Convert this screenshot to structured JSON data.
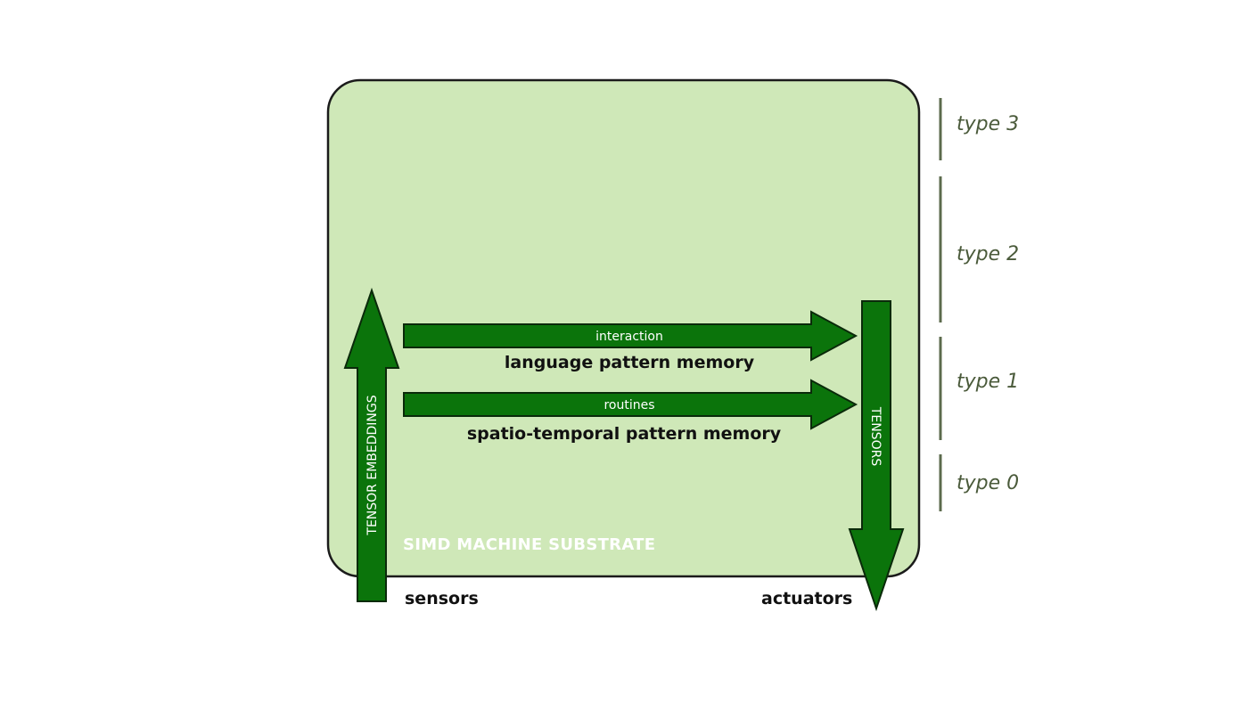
{
  "diagram": {
    "substrate_label": "SIMD MACHINE SUBSTRATE",
    "up_arrow_label": "TENSOR EMBEDDINGS",
    "down_arrow_label": "TENSORS",
    "top_arrow": {
      "label": "interaction",
      "caption": "language pattern memory"
    },
    "bottom_arrow": {
      "label": "routines",
      "caption": "spatio-temporal pattern memory"
    },
    "input_label": "sensors",
    "output_label": "actuators",
    "types": [
      "type 3",
      "type 2",
      "type 1",
      "type 0"
    ]
  },
  "colors": {
    "box_fill": "#cfe8b8",
    "box_stroke": "#1b1b1b",
    "arrow_fill": "#0b740b",
    "arrow_stroke": "#0a2a0a",
    "type_text": "#4a5a3a",
    "bracket": "#5c6b4d"
  }
}
